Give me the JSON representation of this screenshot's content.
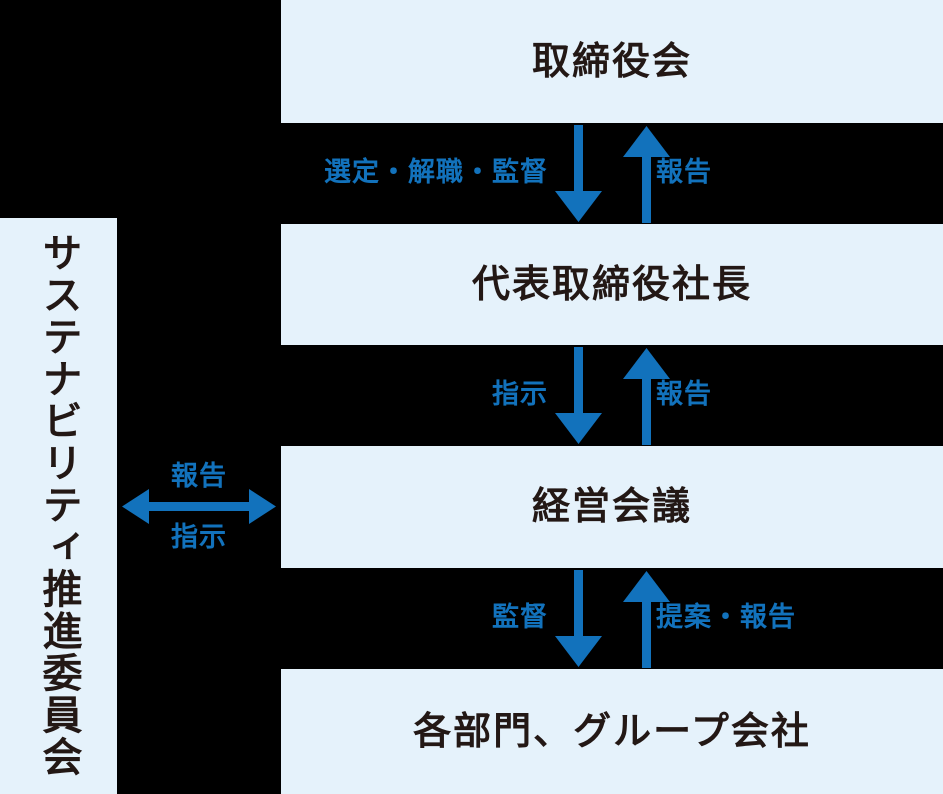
{
  "colors": {
    "background": "#000000",
    "box_fill": "#e5f2fb",
    "box_text": "#231815",
    "accent_blue": "#1272bc"
  },
  "committee": {
    "label": "サステナビリティ推進委員会"
  },
  "nodes": [
    {
      "id": "board",
      "label": "取締役会"
    },
    {
      "id": "president",
      "label": "代表取締役社長"
    },
    {
      "id": "management",
      "label": "経営会議"
    },
    {
      "id": "divisions",
      "label": "各部門、グループ会社"
    }
  ],
  "vertical_edges": [
    {
      "id": "board-president",
      "down_label": "選定・解職・監督",
      "up_label": "報告"
    },
    {
      "id": "president-management",
      "down_label": "指示",
      "up_label": "報告"
    },
    {
      "id": "management-divisions",
      "down_label": "監督",
      "up_label": "提案・報告"
    }
  ],
  "horizontal_edge": {
    "id": "committee-management",
    "top_label": "報告",
    "bottom_label": "指示"
  }
}
